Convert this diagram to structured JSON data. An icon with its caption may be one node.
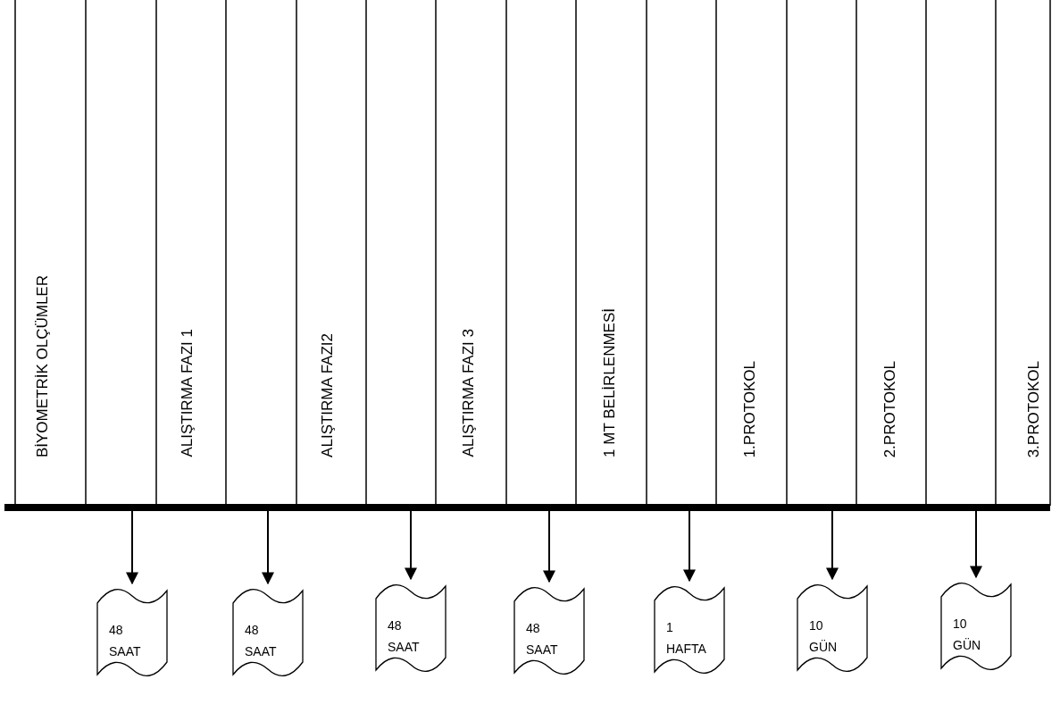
{
  "diagram": {
    "nodes": [
      {
        "text": [],
        "shape": "bar"
      },
      {
        "text": [
          "48 SAAT"
        ]
      },
      {
        "text": [
          "48 SAAT"
        ]
      },
      {
        "text": [
          "48 SAAT"
        ]
      },
      {
        "text": [
          "48 SAAT"
        ]
      },
      {
        "text": [
          "1 HAFTA"
        ]
      },
      {
        "text": [
          "10 GÜN"
        ]
      },
      {
        "text": [
          "10 GÜN"
        ]
      }
    ],
    "edges": [
      {
        "from": 0,
        "to": 1,
        "arrow": "to"
      },
      {
        "from": 0,
        "to": 2,
        "arrow": "to"
      },
      {
        "from": 0,
        "to": 3,
        "arrow": "to"
      },
      {
        "from": 0,
        "to": 4,
        "arrow": "to"
      },
      {
        "from": 0,
        "to": 5,
        "arrow": "to"
      },
      {
        "from": 0,
        "to": 6,
        "arrow": "to"
      },
      {
        "from": 0,
        "to": 7,
        "arrow": "to"
      }
    ],
    "labels": [
      "BİYOMETRİK OLÇÜMLER",
      "ALIŞTIRMA FAZI 1",
      "ALIŞTIRMA FAZI2",
      "ALIŞTIRMA FAZI 3",
      "1 MT BELİRLENMESİ",
      "1.PROTOKOL",
      "2.PROTOKOL",
      "3.PROTOKOL"
    ]
  }
}
